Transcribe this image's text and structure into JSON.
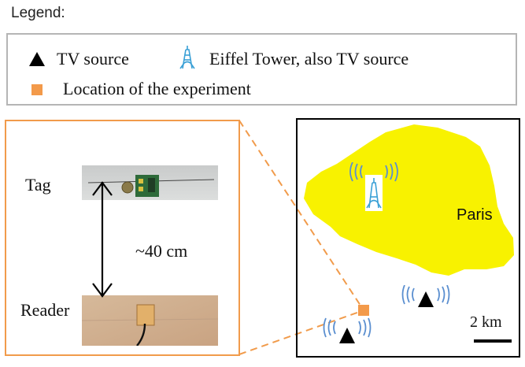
{
  "legend": {
    "title": "Legend:",
    "items": [
      {
        "icon": "black-triangle-icon",
        "label": "TV source"
      },
      {
        "icon": "eiffel-tower-icon",
        "label": "Eiffel Tower, also TV source"
      },
      {
        "icon": "orange-square-icon",
        "label": "Location of the experiment"
      }
    ]
  },
  "photos": {
    "tag_label": "Tag",
    "reader_label": "Reader",
    "distance_label": "~40 cm"
  },
  "map": {
    "city_label": "Paris",
    "scale_label": "2 km"
  },
  "colors": {
    "panel_border": "#f19b4b",
    "experiment_marker": "#f39a4a",
    "city_fill": "#f8f200",
    "signal_waves": "#5b8fd0",
    "legend_border": "#b5b5b5"
  }
}
